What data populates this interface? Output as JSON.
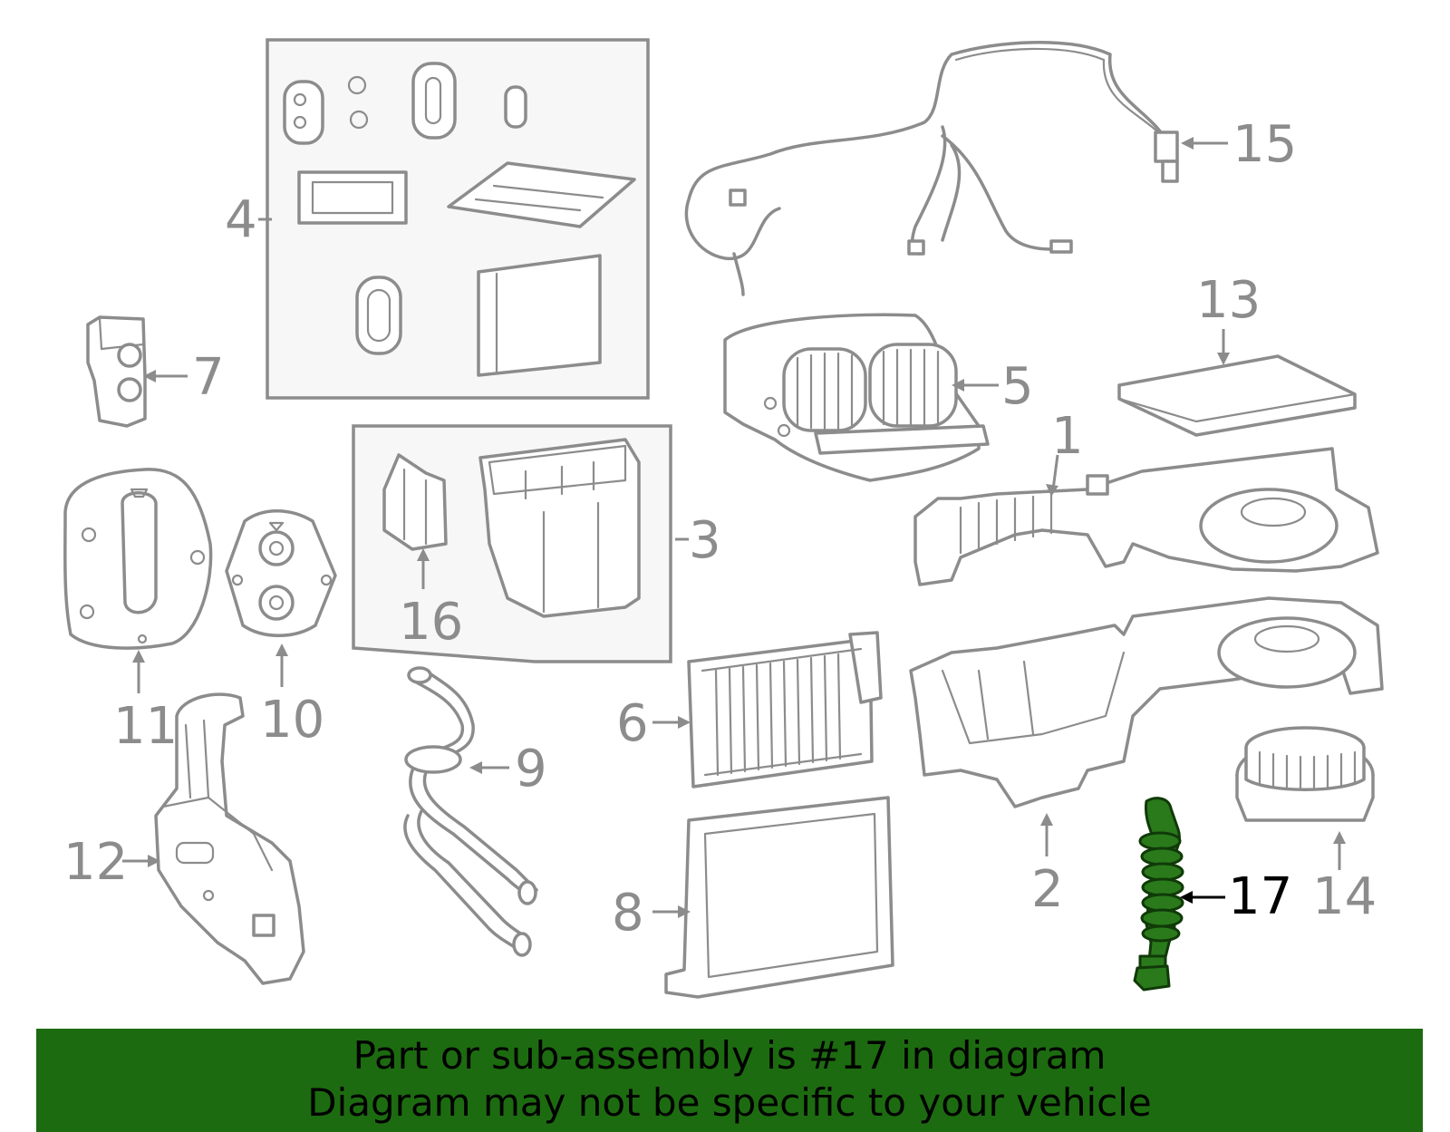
{
  "callouts": {
    "c1": "1",
    "c2": "2",
    "c3": "3",
    "c4": "4",
    "c5": "5",
    "c6": "6",
    "c7": "7",
    "c8": "8",
    "c9": "9",
    "c10": "10",
    "c11": "11",
    "c12": "12",
    "c13": "13",
    "c14": "14",
    "c15": "15",
    "c16": "16",
    "c17": "17"
  },
  "highlight": {
    "part": "17",
    "color": "#2a7a1c"
  },
  "banner": {
    "line1": "Part or sub-assembly is #17 in diagram",
    "line2": "Diagram may not be specific to your vehicle",
    "background": "#1d6b10"
  }
}
